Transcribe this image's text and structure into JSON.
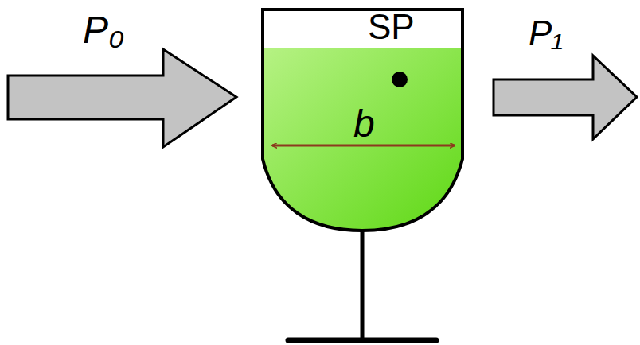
{
  "diagram": {
    "labels": [
      "P₀",
      "SP",
      "b",
      "P₁"
    ]
  }
}
